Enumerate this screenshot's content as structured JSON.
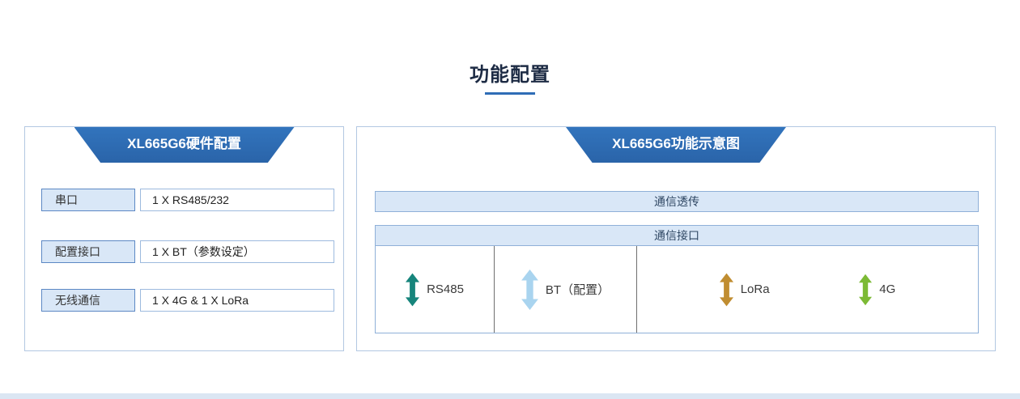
{
  "page": {
    "title": "功能配置"
  },
  "hardware_panel": {
    "banner": "XL665G6硬件配置",
    "rows": [
      {
        "label": "串口",
        "value": "1 X RS485/232"
      },
      {
        "label": "配置接口",
        "value": "1 X BT（参数设定）"
      },
      {
        "label": "无线通信",
        "value": "1 X 4G & 1 X LoRa"
      }
    ]
  },
  "function_panel": {
    "banner": "XL665G6功能示意图",
    "passthrough_bar": "通信透传",
    "interface_header": "通信接口",
    "interfaces": [
      {
        "label": "RS485",
        "arrow_color": "#17857c"
      },
      {
        "label": "BT（配置）",
        "arrow_color": "#a9d4ef"
      },
      {
        "label": "LoRa",
        "arrow_color": "#c08d31"
      },
      {
        "label": "4G",
        "arrow_color": "#7cba35"
      }
    ]
  },
  "colors": {
    "banner_blue": "#2f6db6",
    "light_blue_fill": "#d9e7f7",
    "accent_underline": "#2f6db6",
    "panel_border": "#b3c8e2"
  }
}
